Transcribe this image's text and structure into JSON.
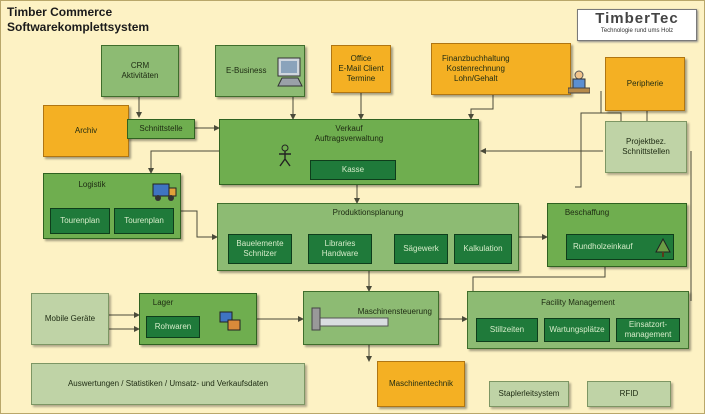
{
  "title": "Timber Commerce\nSoftwarekomplettsystem",
  "logo": {
    "name": "TimberTec",
    "tagline": "Technologie rund ums Holz"
  },
  "boxes": {
    "crm": "CRM\nAktivitäten",
    "ebusiness": "E-Business",
    "office": "Office\nE-Mail Client\nTermine",
    "finanz": "Finanzbuchhaltung\nKostenrechnung\nLohn/Gehalt",
    "peripherie": "Peripherie",
    "archiv": "Archiv",
    "schnittstelle": "Schnittstelle",
    "verkauf": "Verkauf\nAuftragsverwaltung",
    "kasse": "Kasse",
    "projektbez": "Projektbez.\nSchnittstellen",
    "logistik": "Logistik",
    "tourenplan": "Tourenplan",
    "tourenplan2": "Tourenplan",
    "produktion": "Produktionsplanung",
    "bauelemente": "Bauelemente\nSchnitzer",
    "libraries": "Libraries\nHandware",
    "sagewerk": "Sägewerk",
    "kalkulation": "Kalkulation",
    "beschaffung": "Beschaffung",
    "rundholz": "Rundholzeinkauf",
    "mobile": "Mobile Geräte",
    "lager": "Lager",
    "rohwaren": "Rohwaren",
    "maschinen": "Maschinensteuerung",
    "facility": "Facility Management",
    "stillzeiten": "Stillzeiten",
    "wartung": "Wartungsplätze",
    "einsatz": "Einsatzort-\nmanagement",
    "auswertungen": "Auswertungen / Statistiken / Umsatz- und Verkaufsdaten",
    "maschinentechnik": "Maschinentechnik",
    "stapler": "Staplerleitsystem",
    "rfid": "RFID"
  },
  "colors": {
    "background": "#fdf2c4",
    "box_light": "#8dbb73",
    "box_mid": "#6fae4f",
    "box_dark": "#1f7a3a",
    "box_orange": "#f4b023",
    "wire": "#4b4b3a"
  }
}
